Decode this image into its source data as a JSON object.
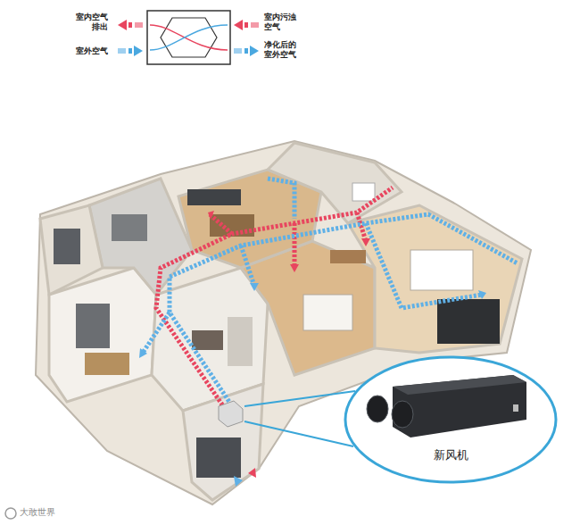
{
  "diagram": {
    "nodes": [
      {
        "text": [
          "新风机"
        ]
      }
    ],
    "labels": [
      "室内空气 排出",
      "室外空气",
      "室内污浊 空气",
      "净化后的 室外空气",
      "大敢世界"
    ]
  }
}
